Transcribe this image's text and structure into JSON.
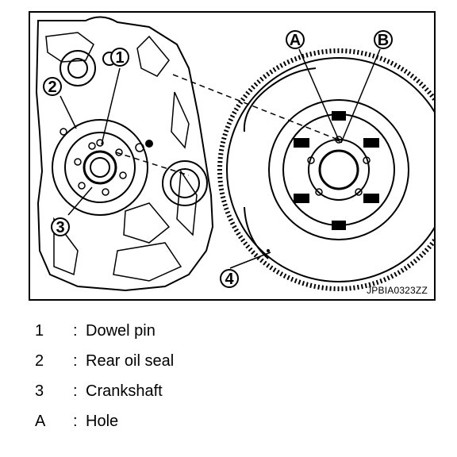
{
  "figure": {
    "code": "JPBIA0323ZZ",
    "callouts": [
      {
        "id": "c1",
        "label": "1"
      },
      {
        "id": "c2",
        "label": "2"
      },
      {
        "id": "c3",
        "label": "3"
      },
      {
        "id": "c4",
        "label": "4"
      },
      {
        "id": "cA",
        "label": "A"
      },
      {
        "id": "cB",
        "label": "B"
      }
    ]
  },
  "legend": {
    "separator": ":",
    "rows": [
      {
        "key": "1",
        "desc": "Dowel pin"
      },
      {
        "key": "2",
        "desc": "Rear oil seal"
      },
      {
        "key": "3",
        "desc": "Crankshaft"
      },
      {
        "key": "A",
        "desc": "Hole"
      }
    ]
  }
}
